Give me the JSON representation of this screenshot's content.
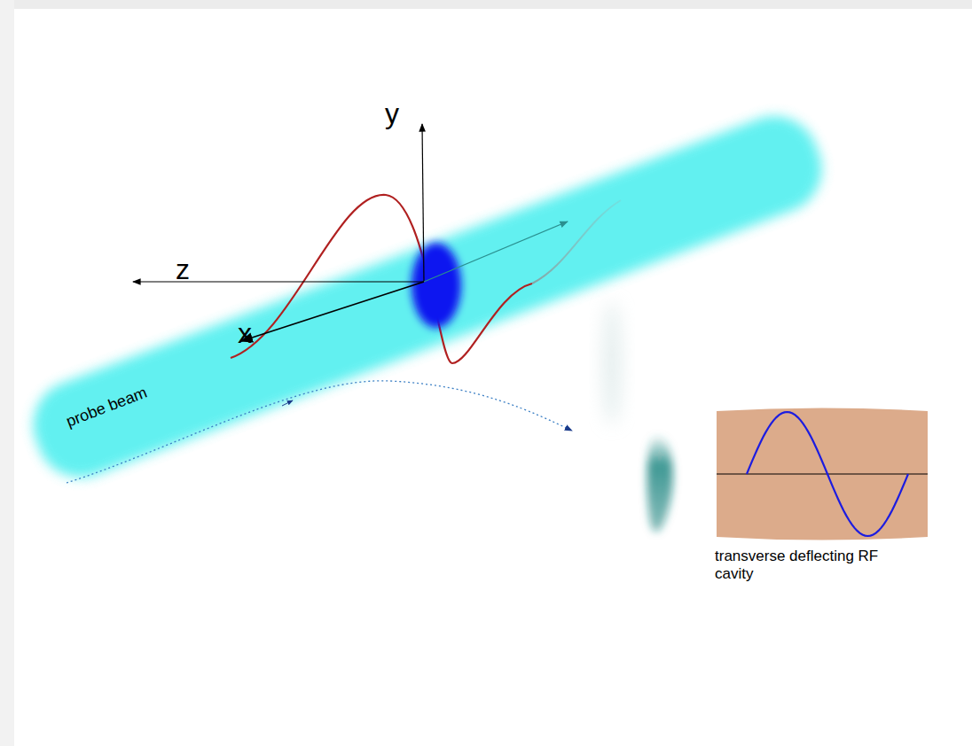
{
  "diagram": {
    "nodes": [
      {
        "text": [
          "transverse deflecting RF cavity"
        ]
      }
    ],
    "labels": [
      "y",
      "z",
      "x",
      "probe beam"
    ]
  }
}
